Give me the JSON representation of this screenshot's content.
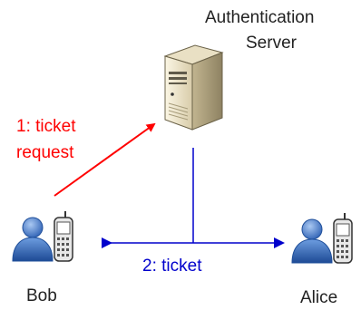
{
  "server": {
    "label_line1": "Authentication",
    "label_line2": "Server"
  },
  "step1": {
    "line1": "1: ticket",
    "line2": "request",
    "color": "#ff0000"
  },
  "step2": {
    "label": "2: ticket",
    "color": "#0000cc"
  },
  "left_user": {
    "name": "Bob"
  },
  "right_user": {
    "name": "Alice"
  },
  "colors": {
    "user_body": "#4a7fcf",
    "user_dark": "#1f4f9a",
    "phone": "#555555",
    "server": "#eee6cc"
  }
}
